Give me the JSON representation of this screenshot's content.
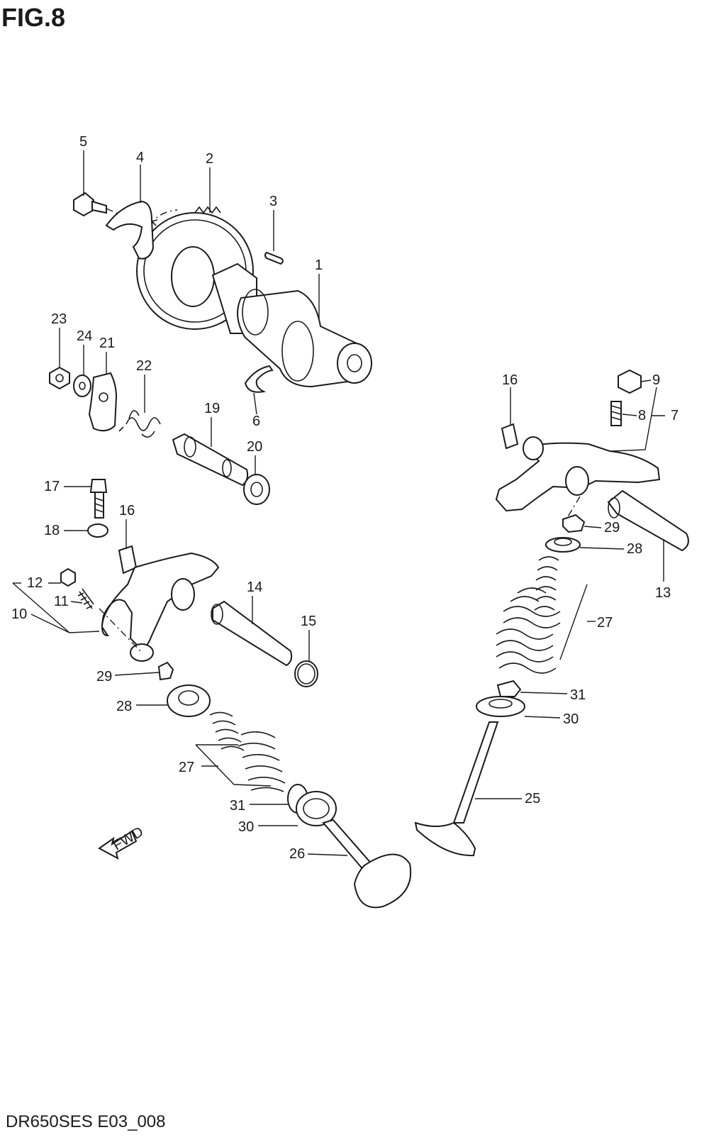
{
  "figure": {
    "title": "FIG.8",
    "code": "DR650SES E03_008",
    "direction_label": "FWD"
  },
  "callouts": {
    "c1": "1",
    "c2": "2",
    "c3": "3",
    "c4": "4",
    "c5": "5",
    "c6": "6",
    "c7": "7",
    "c8": "8",
    "c9": "9",
    "c10": "10",
    "c11": "11",
    "c12": "12",
    "c13": "13",
    "c14": "14",
    "c15": "15",
    "c16a": "16",
    "c16b": "16",
    "c17": "17",
    "c18": "18",
    "c19": "19",
    "c20": "20",
    "c21": "21",
    "c22": "22",
    "c23": "23",
    "c24": "24",
    "c25": "25",
    "c26": "26",
    "c27a": "27",
    "c27b": "27",
    "c28a": "28",
    "c28b": "28",
    "c29a": "29",
    "c29b": "29",
    "c30a": "30",
    "c30b": "30",
    "c31a": "31",
    "c31b": "31"
  }
}
